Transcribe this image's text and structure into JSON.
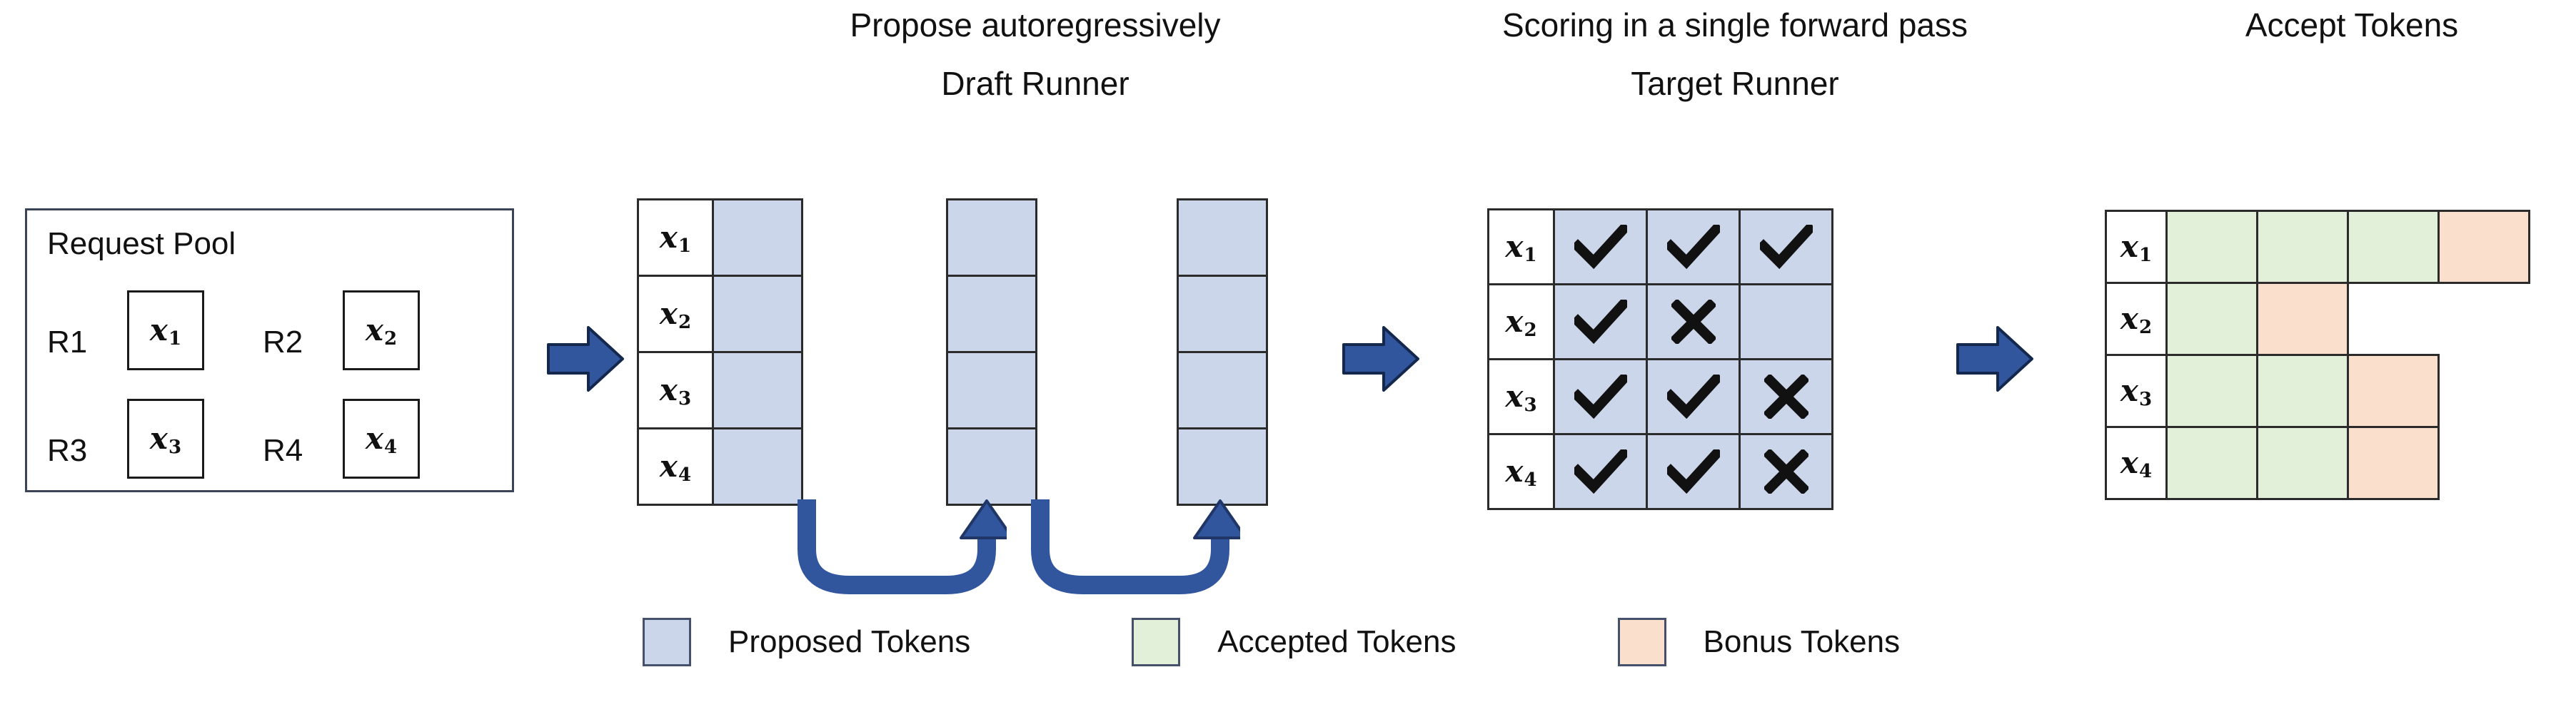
{
  "headings": {
    "propose": "Propose autoregressively",
    "draft_runner": "Draft Runner",
    "scoring": "Scoring in a single forward pass",
    "target_runner": "Target Runner",
    "accept": "Accept Tokens"
  },
  "request_pool": {
    "title": "Request Pool",
    "requests": [
      {
        "tag": "R1",
        "token": "x",
        "sub": "1"
      },
      {
        "tag": "R2",
        "token": "x",
        "sub": "2"
      },
      {
        "tag": "R3",
        "token": "x",
        "sub": "3"
      },
      {
        "tag": "R4",
        "token": "x",
        "sub": "4"
      }
    ]
  },
  "draft_runner": {
    "row_labels": [
      {
        "token": "x",
        "sub": "1"
      },
      {
        "token": "x",
        "sub": "2"
      },
      {
        "token": "x",
        "sub": "3"
      },
      {
        "token": "x",
        "sub": "4"
      }
    ],
    "step_count": 3,
    "rows_per_step": 4,
    "cell_state": "proposed"
  },
  "target_runner": {
    "row_labels": [
      {
        "token": "x",
        "sub": "1"
      },
      {
        "token": "x",
        "sub": "2"
      },
      {
        "token": "x",
        "sub": "3"
      },
      {
        "token": "x",
        "sub": "4"
      }
    ],
    "marks": [
      [
        "check",
        "check",
        "check"
      ],
      [
        "check",
        "cross",
        "none"
      ],
      [
        "check",
        "check",
        "cross"
      ],
      [
        "check",
        "check",
        "cross"
      ]
    ]
  },
  "accept_tokens": {
    "row_labels": [
      {
        "token": "x",
        "sub": "1"
      },
      {
        "token": "x",
        "sub": "2"
      },
      {
        "token": "x",
        "sub": "3"
      },
      {
        "token": "x",
        "sub": "4"
      }
    ],
    "rows": [
      [
        "accepted",
        "accepted",
        "accepted",
        "bonus"
      ],
      [
        "accepted",
        "bonus",
        "empty",
        "empty"
      ],
      [
        "accepted",
        "accepted",
        "bonus",
        "empty"
      ],
      [
        "accepted",
        "accepted",
        "bonus",
        "empty"
      ]
    ]
  },
  "legend": [
    {
      "label": "Proposed Tokens",
      "color": "#ccd6ea",
      "key": "proposed"
    },
    {
      "label": "Accepted Tokens",
      "color": "#e2efd9",
      "key": "accepted"
    },
    {
      "label": "Bonus Tokens",
      "color": "#fae0cc",
      "key": "bonus"
    }
  ],
  "colors": {
    "proposed": "#ccd6ea",
    "accepted": "#e2efd9",
    "bonus": "#fae0cc",
    "arrow": "#31569e",
    "arrow_stroke": "#1f3666",
    "border": "#2b2b2b"
  },
  "flow_arrows": [
    {
      "name": "pool-to-draft"
    },
    {
      "name": "draft-to-target"
    },
    {
      "name": "target-to-accept"
    }
  ],
  "recurrence_arrows": [
    {
      "name": "draft-step-1-to-2"
    },
    {
      "name": "draft-step-2-to-3"
    }
  ]
}
